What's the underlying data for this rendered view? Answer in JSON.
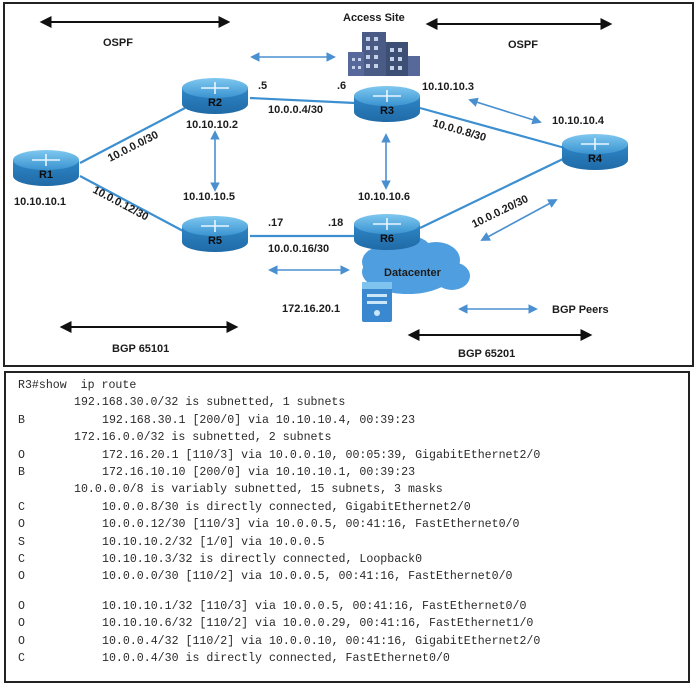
{
  "diagram": {
    "labels": {
      "ospf_left": "OSPF",
      "ospf_right": "OSPF",
      "access_site": "Access Site",
      "bgp_left": "BGP 65101",
      "bgp_right": "BGP 65201",
      "bgp_peers": "BGP Peers",
      "datacenter": "Datacenter",
      "server_ip": "172.16.20.1"
    },
    "routers": [
      {
        "name": "R1",
        "ip": "10.10.10.1"
      },
      {
        "name": "R2",
        "ip": "10.10.10.2"
      },
      {
        "name": "R3",
        "ip": "10.10.10.3"
      },
      {
        "name": "R4",
        "ip": "10.10.10.4"
      },
      {
        "name": "R5",
        "ip": "10.10.10.5"
      },
      {
        "name": "R6",
        "ip": "10.10.10.6"
      }
    ],
    "links": {
      "r1_r2": "10.0.0.0/30",
      "r1_r5": "10.0.0.12/30",
      "r2_r3": "10.0.0.4/30",
      "r3_r4": "10.0.0.8/30",
      "r5_r6": "10.0.0.16/30",
      "r6_r4": "10.0.0.20/30"
    },
    "iface": {
      "r2_r3_left": ".5",
      "r2_r3_right": ".6",
      "r5_r6_left": ".17",
      "r5_r6_right": ".18"
    }
  },
  "cli": {
    "prompt": "R3#show  ip route",
    "lines": [
      {
        "code": "",
        "text": "192.168.30.0/32 is subnetted, 1 subnets",
        "indent": 1
      },
      {
        "code": "B",
        "text": "192.168.30.1 [200/0] via 10.10.10.4, 00:39:23",
        "indent": 2
      },
      {
        "code": "",
        "text": "172.16.0.0/32 is subnetted, 2 subnets",
        "indent": 1
      },
      {
        "code": "O",
        "text": "172.16.20.1 [110/3] via 10.0.0.10, 00:05:39, GigabitEthernet2/0",
        "indent": 2
      },
      {
        "code": "B",
        "text": "172.16.10.10 [200/0] via 10.10.10.1, 00:39:23",
        "indent": 2
      },
      {
        "code": "",
        "text": "10.0.0.0/8 is variably subnetted, 15 subnets, 3 masks",
        "indent": 1
      },
      {
        "code": "C",
        "text": "10.0.0.8/30 is directly connected, GigabitEthernet2/0",
        "indent": 2
      },
      {
        "code": "O",
        "text": "10.0.0.12/30 [110/3] via 10.0.0.5, 00:41:16, FastEthernet0/0",
        "indent": 2
      },
      {
        "code": "S",
        "text": "10.10.10.2/32 [1/0] via 10.0.0.5",
        "indent": 2
      },
      {
        "code": "C",
        "text": "10.10.10.3/32 is directly connected, Loopback0",
        "indent": 2
      },
      {
        "code": "O",
        "text": "10.0.0.0/30 [110/2] via 10.0.0.5, 00:41:16, FastEthernet0/0",
        "indent": 2
      },
      {
        "code": "",
        "text": "",
        "indent": 0,
        "gap": true
      },
      {
        "code": "O",
        "text": "10.10.10.1/32 [110/3] via 10.0.0.5, 00:41:16, FastEthernet0/0",
        "indent": 2
      },
      {
        "code": "O",
        "text": "10.10.10.6/32 [110/2] via 10.0.0.29, 00:41:16, FastEthernet1/0",
        "indent": 2
      },
      {
        "code": "O",
        "text": "10.0.0.4/32 [110/2] via 10.0.0.10, 00:41:16, GigabitEthernet2/0",
        "indent": 2
      },
      {
        "code": "C",
        "text": "10.0.0.4/30 is directly connected, FastEthernet0/0",
        "indent": 2
      }
    ]
  },
  "colors": {
    "router_body": "#2f86c6",
    "router_top": "#58b2e6",
    "arrow": "#4a90d0",
    "line": "#3c8fd0",
    "cloud": "#4f9fe0"
  }
}
